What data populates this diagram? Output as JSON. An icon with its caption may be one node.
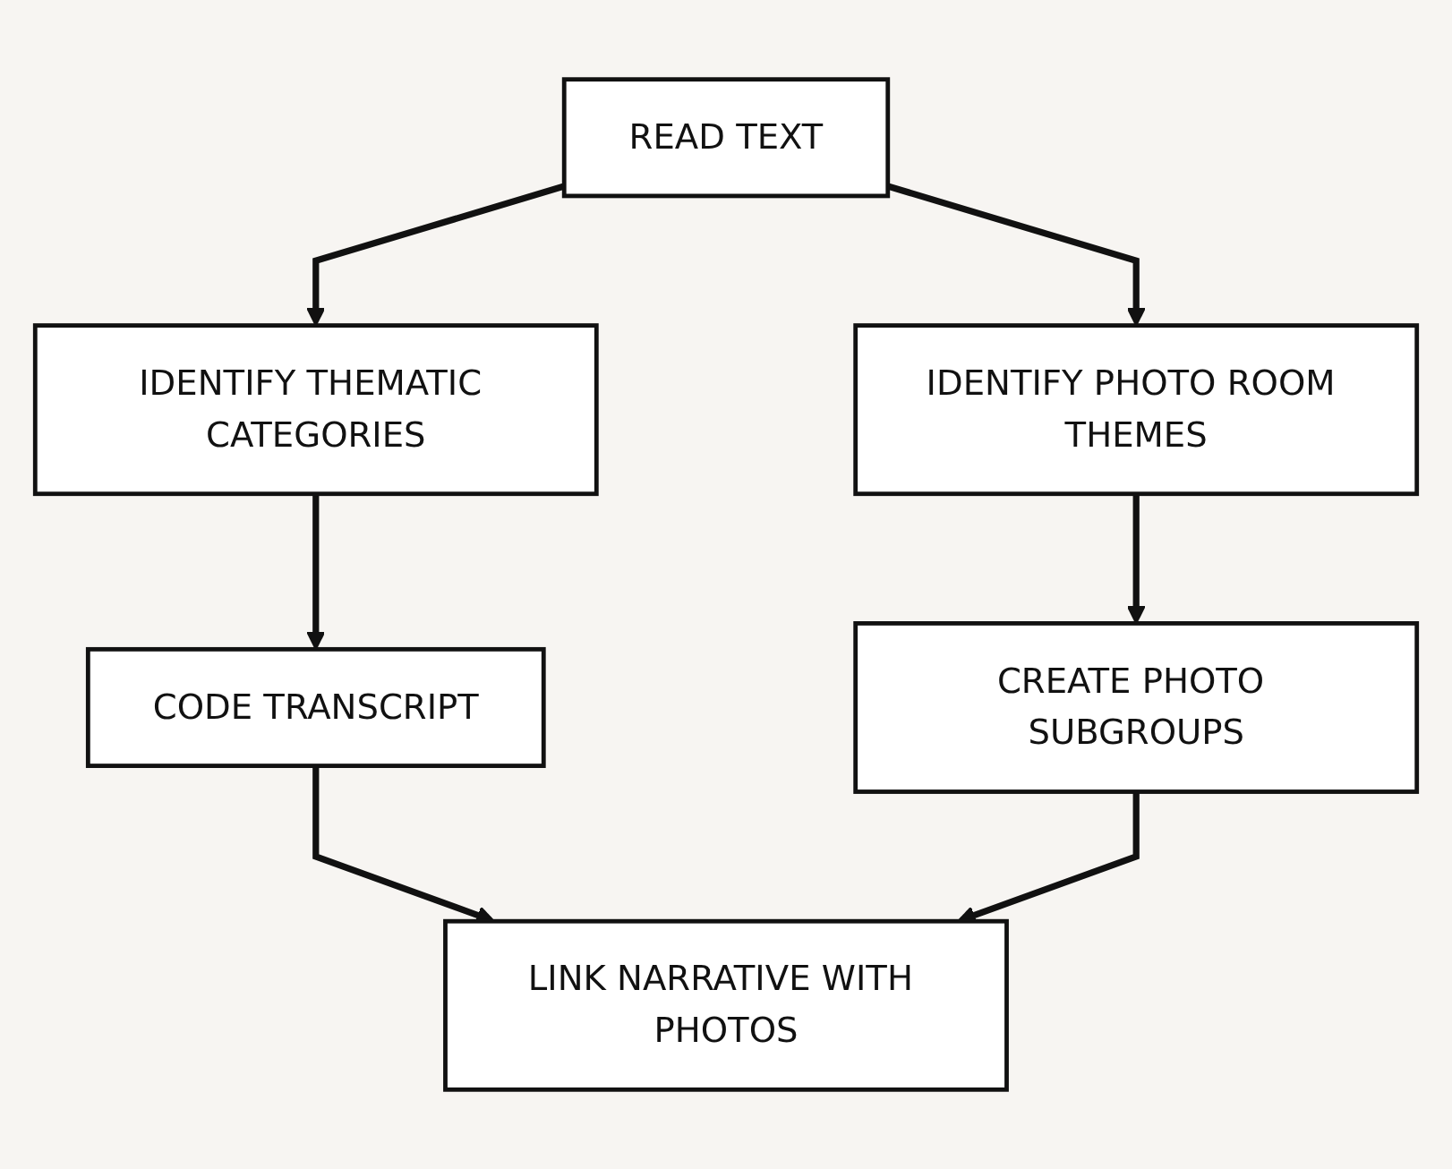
{
  "diagram": {
    "nodes": [
      {
        "text": [
          "READ TEXT"
        ]
      },
      {
        "text": [
          "IDENTIFY THEMATIC CATEGORIES"
        ]
      },
      {
        "text": [
          "IDENTIFY PHOTO ROOM THEMES"
        ]
      },
      {
        "text": [
          "CODE TRANSCRIPT"
        ]
      },
      {
        "text": [
          "CREATE PHOTO SUBGROUPS"
        ]
      },
      {
        "text": [
          "LINK NARRATIVE WITH PHOTOS"
        ]
      }
    ],
    "edges": [
      {
        "from": 0,
        "to": 1,
        "arrow": "to"
      },
      {
        "from": 0,
        "to": 2,
        "arrow": "to"
      },
      {
        "from": 1,
        "to": 3,
        "arrow": "to"
      },
      {
        "from": 2,
        "to": 4,
        "arrow": "to"
      },
      {
        "from": 3,
        "to": 5,
        "arrow": "to"
      },
      {
        "from": 4,
        "to": 5,
        "arrow": "to"
      }
    ]
  }
}
